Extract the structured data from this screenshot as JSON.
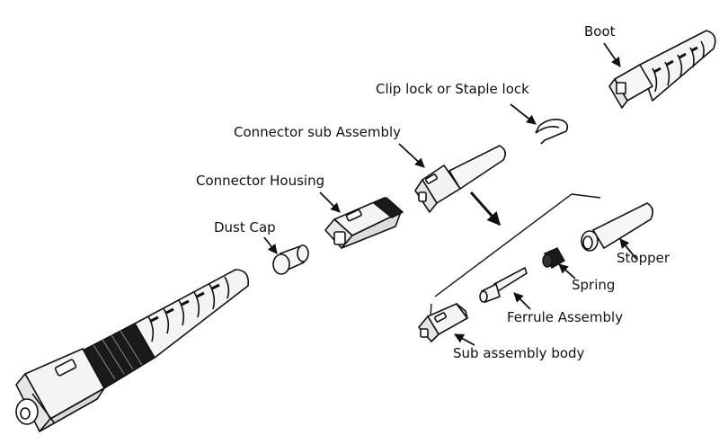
{
  "colors": {
    "ink": "#111111",
    "fill_light": "#f4f4f4",
    "fill_dark": "#1a1a1a",
    "background": "#ffffff"
  },
  "labels": {
    "boot": "Boot",
    "clip_lock": "Clip lock or Staple lock",
    "connector_sub_assembly": "Connector sub Assembly",
    "connector_housing": "Connector Housing",
    "dust_cap": "Dust Cap",
    "stopper": "Stopper",
    "spring": "Spring",
    "ferrule_assembly": "Ferrule Assembly",
    "sub_assembly_body": "Sub assembly body"
  }
}
